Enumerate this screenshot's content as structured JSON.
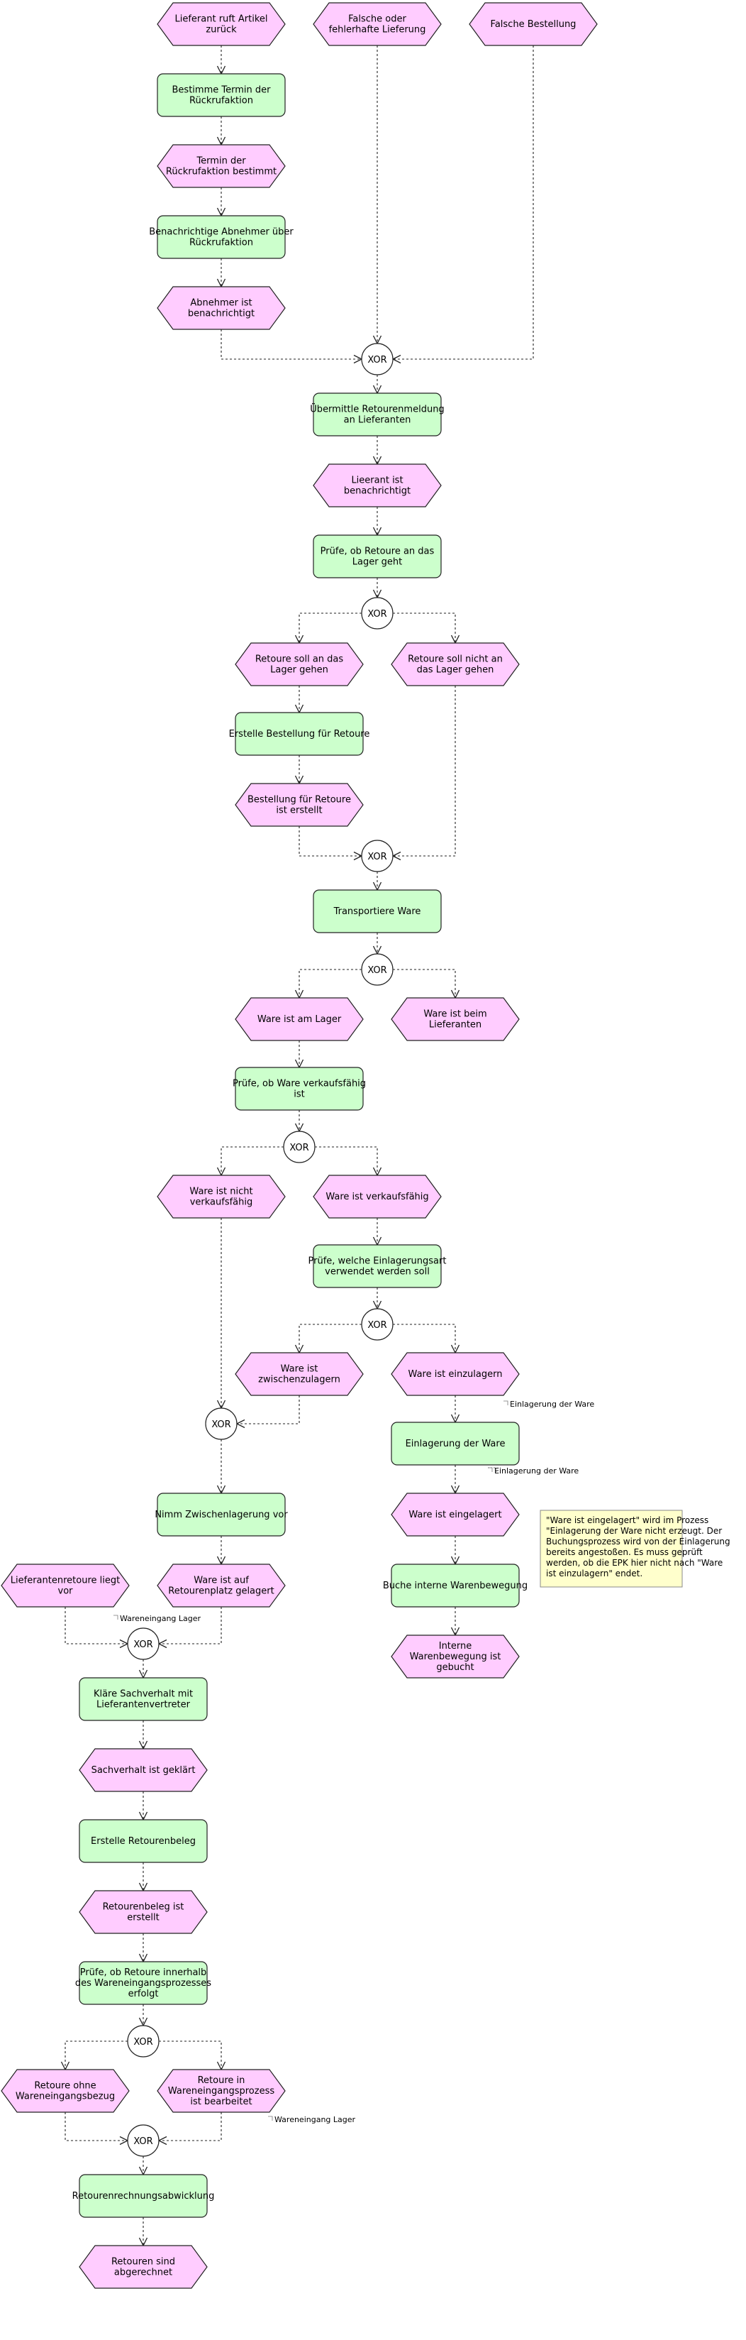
{
  "colors": {
    "event_fill": "#ffccff",
    "function_fill": "#ccffcc",
    "note_fill": "#ffffcc",
    "stroke": "#222222"
  },
  "events": {
    "e_ruft": [
      "Lieferant ruft Artikel",
      "zurück"
    ],
    "e_falsch_fehler": [
      "Falsche oder",
      "fehlerhafte Lieferung"
    ],
    "e_falsch_best": [
      "Falsche Bestellung"
    ],
    "e_termin": [
      "Termin der",
      "Rückrufaktion bestimmt"
    ],
    "e_abnehmer": [
      "Abnehmer ist",
      "benachrichtigt"
    ],
    "e_lieferant_ben": [
      "Lieerant ist",
      "benachrichtigt"
    ],
    "e_lager_ja": [
      "Retoure soll an das",
      "Lager gehen"
    ],
    "e_lager_nein": [
      "Retoure soll nicht an",
      "das Lager gehen"
    ],
    "e_bestellung_erst": [
      "Bestellung für Retoure",
      "ist erstellt"
    ],
    "e_am_lager": [
      "Ware ist am Lager"
    ],
    "e_beim_lief": [
      "Ware ist beim",
      "Lieferanten"
    ],
    "e_nicht_verk": [
      "Ware ist nicht",
      "verkaufsfähig"
    ],
    "e_verk": [
      "Ware ist verkaufsfähig"
    ],
    "e_zwischen": [
      "Ware ist",
      "zwischenzulagern"
    ],
    "e_einzulagern": [
      "Ware ist einzulagern"
    ],
    "e_eingelagert": [
      "Ware ist eingelagert"
    ],
    "e_interne": [
      "Interne",
      "Warenbewegung ist",
      "gebucht"
    ],
    "e_lief_retoure": [
      "Lieferantenretoure liegt",
      "vor"
    ],
    "e_retplatz": [
      "Ware ist auf",
      "Retourenplatz gelagert"
    ],
    "e_sachverhalt": [
      "Sachverhalt ist geklärt"
    ],
    "e_beleg_erst": [
      "Retourenbeleg ist",
      "erstellt"
    ],
    "e_ohne": [
      "Retoure ohne",
      "Wareneingangsbezug"
    ],
    "e_in_wep": [
      "Retoure in",
      "Wareneingangsprozess",
      "ist bearbeitet"
    ],
    "e_abgerechnet": [
      "Retouren sind",
      "abgerechnet"
    ]
  },
  "functions": {
    "f_termin": [
      "Bestimme Termin der",
      "Rückrufaktion"
    ],
    "f_benachr": [
      "Benachrichtige Abnehmer über",
      "Rückrufaktion"
    ],
    "f_uebermittle": [
      "Übermittle Retourenmeldung",
      "an Lieferanten"
    ],
    "f_pruefe_lager": [
      "Prüfe, ob Retoure an das",
      "Lager geht"
    ],
    "f_erstelle_best": [
      "Erstelle Bestellung für Retoure"
    ],
    "f_transport": [
      "Transportiere Ware"
    ],
    "f_pruefe_verk": [
      "Prüfe, ob Ware verkaufsfähig",
      "ist"
    ],
    "f_pruefe_einl": [
      "Prüfe, welche Einlagerungsart",
      "verwendet werden soll"
    ],
    "f_einlagerung": [
      "Einlagerung der Ware"
    ],
    "f_zwischen": [
      "Nimm Zwischenlagerung vor"
    ],
    "f_buche": [
      "Buche interne Warenbewegung"
    ],
    "f_klaere": [
      "Kläre Sachverhalt mit",
      "Lieferantenvertreter"
    ],
    "f_erstelle_beleg": [
      "Erstelle Retourenbeleg"
    ],
    "f_pruefe_wep": [
      "Prüfe, ob Retoure innerhalb",
      "des Wareneingangsprozesses",
      "erfolgt"
    ],
    "f_abwicklung": [
      "Retourenrechnungsabwicklung"
    ]
  },
  "connector_label": "XOR",
  "process_links": {
    "einlagerung_in": "Einlagerung der Ware",
    "einlagerung_out": "Einlagerung der Ware",
    "wareneingang_1": "Wareneingang Lager",
    "wareneingang_2": "Wareneingang Lager"
  },
  "note": [
    "\"Ware ist eingelagert\" wird im Prozess",
    "\"Einlagerung der Ware nicht erzeugt. Der",
    "Buchungsprozess wird von der Einlagerung",
    "bereits angestoßen. Es muss geprüft",
    "werden, ob die EPK hier nicht nach \"Ware",
    "ist einzulagern\" endet."
  ]
}
